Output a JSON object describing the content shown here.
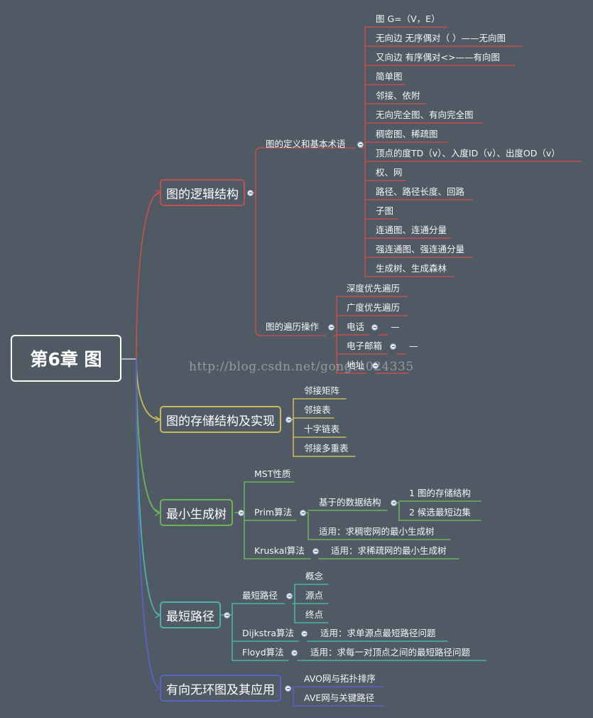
{
  "root": {
    "label": "第6章 图"
  },
  "watermark": "http://blog.csdn.net/gongtu024335",
  "colors": {
    "red": "#c0504d",
    "yellow": "#c9b95c",
    "green": "#6bb35a",
    "teal": "#4fb0a8",
    "blue": "#5a63c0"
  },
  "branches": {
    "logic": {
      "label": "图的逻辑结构",
      "definition": {
        "label": "图的定义和基本术语",
        "items": [
          "图 G=（V，E）",
          "无向边   无序偶对（ ）——无向图",
          "又向边  有序偶对<>——有向图",
          "简单图",
          "邻接、依附",
          "无向完全图、有向完全图",
          "稠密图、稀疏图",
          "顶点的度TD（v）、入度ID（v）、出度OD（v）",
          "权、网",
          "路径、路径长度、回路",
          "子图",
          "连通图、连通分量",
          "强连通图、强连通分量",
          "生成树、生成森林"
        ]
      },
      "traversal": {
        "label": "图的遍历操作",
        "items": [
          "深度优先遍历",
          "广度优先遍历",
          "电话",
          "电子邮箱",
          "地址"
        ],
        "phone_sub": "—",
        "email_sub": "—"
      }
    },
    "storage": {
      "label": "图的存储结构及实现",
      "items": [
        "邻接矩阵",
        "邻接表",
        "十字链表",
        "邻接多重表"
      ]
    },
    "mst": {
      "label": "最小生成树",
      "property": "MST性质",
      "prim": {
        "label": "Prim算法",
        "ds_label": "基于的数据结构",
        "ds_items": [
          "1  图的存储结构",
          "2  候选最短边集"
        ],
        "apply": "适用：求稠密网的最小生成树"
      },
      "kruskal": {
        "label": "Kruskal算法",
        "apply": "适用：求稀疏网的最小生成树"
      }
    },
    "shortest": {
      "label": "最短路径",
      "path": {
        "label": "最短路径",
        "items": [
          "概念",
          "源点",
          "终点"
        ]
      },
      "dijkstra": {
        "label": "Dijkstra算法",
        "apply": "适用：求单源点最短路径问题"
      },
      "floyd": {
        "label": "Floyd算法",
        "apply": "适用：求每一对顶点之间的最短路径问题"
      }
    },
    "dag": {
      "label": "有向无环图及其应用",
      "items": [
        "AVO网与拓扑排序",
        "AVE网与关键路径"
      ]
    }
  }
}
